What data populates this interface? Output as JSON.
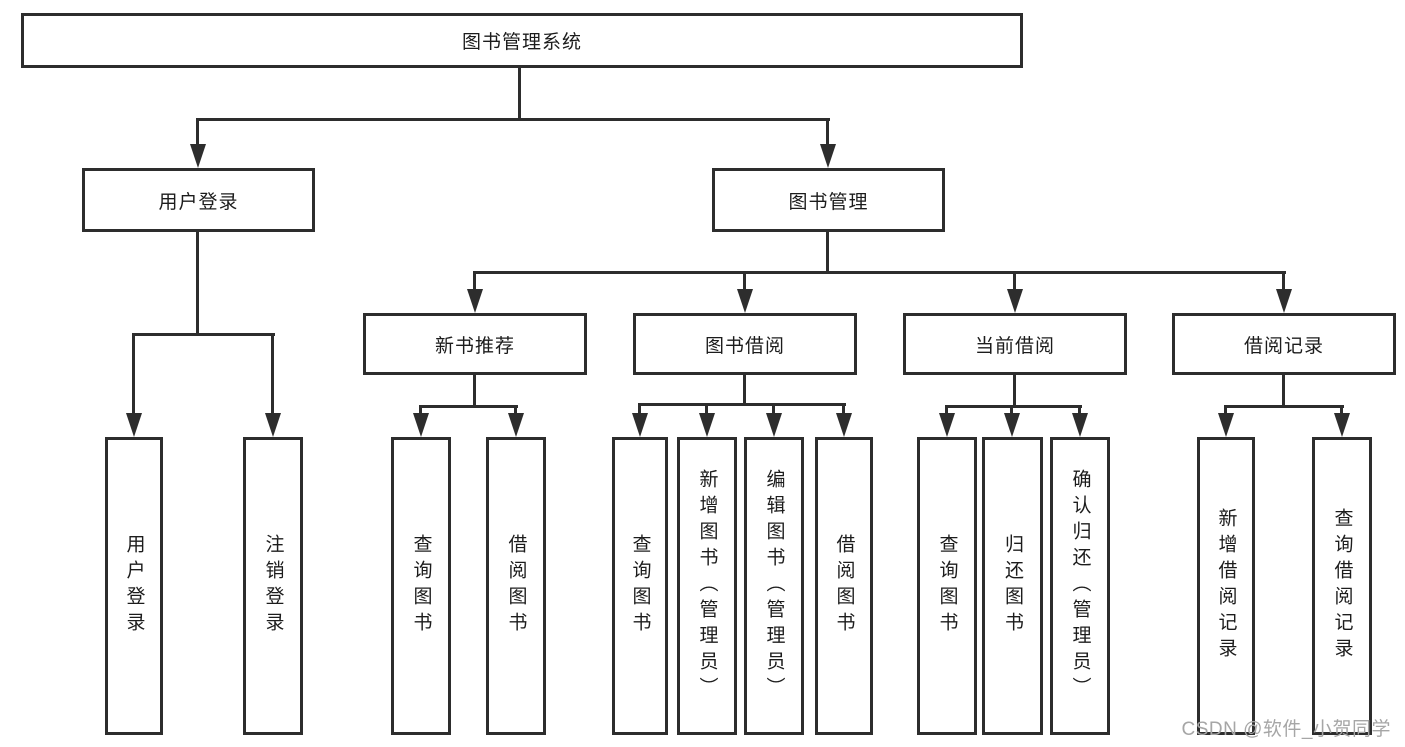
{
  "tree": {
    "root": "图书管理系统",
    "login": {
      "label": "用户登录",
      "children": [
        "用户登录",
        "注销登录"
      ]
    },
    "management": {
      "label": "图书管理",
      "groups": [
        {
          "label": "新书推荐",
          "children": [
            "查询图书",
            "借阅图书"
          ]
        },
        {
          "label": "图书借阅",
          "children": [
            "查询图书",
            "新增图书（管理员）",
            "编辑图书（管理员）",
            "借阅图书"
          ]
        },
        {
          "label": "当前借阅",
          "children": [
            "查询图书",
            "归还图书",
            "确认归还（管理员）"
          ]
        },
        {
          "label": "借阅记录",
          "children": [
            "新增借阅记录",
            "查询借阅记录"
          ]
        }
      ]
    }
  },
  "watermark": "CSDN @软件_小贺同学",
  "colors": {
    "line": "#2d2d2d",
    "text": "#1c1c1c",
    "watermark": "#a6a6a6",
    "background": "#ffffff"
  }
}
